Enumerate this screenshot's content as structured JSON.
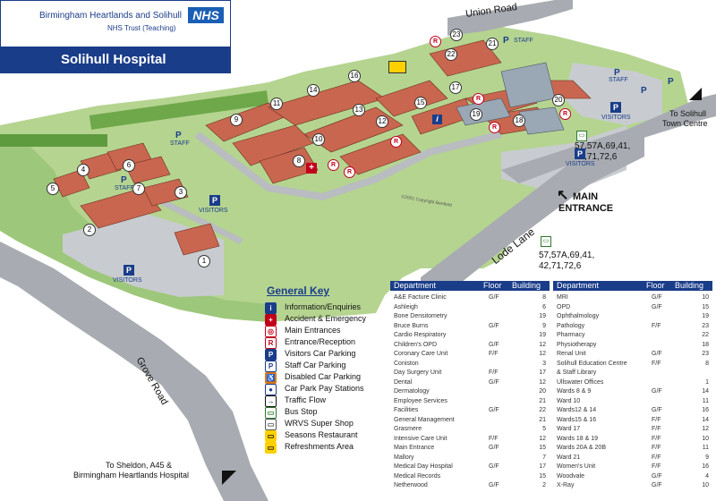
{
  "header": {
    "org_line1": "Birmingham Heartlands and Solihull",
    "org_line2": "NHS Trust (Teaching)",
    "nhs_logo": "NHS",
    "title": "Solihull Hospital",
    "colors": {
      "nhs_blue": "#1a5fb4",
      "title_bar": "#1a3d8a"
    }
  },
  "map": {
    "roads": {
      "union_road": "Union Road",
      "lode_lane": "Lode Lane",
      "grove_road": "Grove Road",
      "to_solihull": "To Solihull",
      "town_centre": "Town Centre",
      "to_sheldon": "To Sheldon, A45 &",
      "to_heartlands": "Birmingham Heartlands Hospital",
      "main_entrance_line1": "MAIN",
      "main_entrance_line2": "ENTRANCE"
    },
    "bus_routes_1_line1": "57,57A,69,41,",
    "bus_routes_1_line2": "42,71,72,6",
    "bus_routes_2_line1": "57,57A,69,41,",
    "bus_routes_2_line2": "42,71,72,6",
    "copyright": "©2001 Copyright Benfield",
    "parking": {
      "p": "P",
      "staff": "STAFF",
      "visitors": "VISITORS"
    },
    "buildings": [
      "1",
      "2",
      "3",
      "4",
      "5",
      "6",
      "7",
      "8",
      "9",
      "10",
      "11",
      "12",
      "13",
      "14",
      "15",
      "16",
      "17",
      "18",
      "19",
      "20",
      "21",
      "22",
      "23"
    ],
    "icons": {
      "entrance": "R",
      "info": "i"
    }
  },
  "key": {
    "title": "General Key",
    "items": [
      {
        "icon": "info-icon",
        "glyph": "i",
        "label": "Information/Enquiries"
      },
      {
        "icon": "accident-emergency-icon",
        "glyph": "+",
        "label": "Accident & Emergency"
      },
      {
        "icon": "main-entrance-icon",
        "glyph": "◎",
        "label": "Main Entrances"
      },
      {
        "icon": "entrance-reception-icon",
        "glyph": "R",
        "label": "Entrance/Reception"
      },
      {
        "icon": "visitors-car-parking-icon",
        "glyph": "P",
        "label": "Visitors Car Parking"
      },
      {
        "icon": "staff-car-parking-icon",
        "glyph": "P",
        "label": "Staff Car Parking"
      },
      {
        "icon": "disabled-car-parking-icon",
        "glyph": "♿",
        "label": "Disabled Car Parking"
      },
      {
        "icon": "car-park-pay-station-icon",
        "glyph": "●",
        "label": "Car Park Pay Stations"
      },
      {
        "icon": "traffic-flow-icon",
        "glyph": "→",
        "label": "Traffic Flow"
      },
      {
        "icon": "bus-stop-icon",
        "glyph": "▭",
        "label": "Bus Stop"
      },
      {
        "icon": "wrvs-super-shop-icon",
        "glyph": "▭",
        "label": "WRVS Super Shop"
      },
      {
        "icon": "seasons-restaurant-icon",
        "glyph": "▭",
        "label": "Seasons Restaurant"
      },
      {
        "icon": "refreshments-area-icon",
        "glyph": "▭",
        "label": "Refreshments Area"
      }
    ]
  },
  "directory": {
    "headers": {
      "department": "Department",
      "floor": "Floor",
      "building": "Building"
    },
    "left": [
      {
        "dept": "A&E Facture Clinic",
        "floor": "G/F",
        "building": "8"
      },
      {
        "dept": "Ashleigh",
        "floor": "",
        "building": "6"
      },
      {
        "dept": "Bone Densitometry",
        "floor": "",
        "building": "19"
      },
      {
        "dept": "Bruce Burns",
        "floor": "G/F",
        "building": "9"
      },
      {
        "dept": "Cardio Respiratory",
        "floor": "",
        "building": "19"
      },
      {
        "dept": "Children's OPD",
        "floor": "G/F",
        "building": "12"
      },
      {
        "dept": "Coronary Care  Unit",
        "floor": "F/F",
        "building": "12"
      },
      {
        "dept": "Coniston",
        "floor": "",
        "building": "3"
      },
      {
        "dept": "Day Surgery Unit",
        "floor": "F/F",
        "building": "17"
      },
      {
        "dept": "Dental",
        "floor": "G/F",
        "building": "12"
      },
      {
        "dept": "Dermatology",
        "floor": "",
        "building": "20"
      },
      {
        "dept": "Employee Services",
        "floor": "",
        "building": "21"
      },
      {
        "dept": "Facilities",
        "floor": "G/F",
        "building": "22"
      },
      {
        "dept": "General Management",
        "floor": "",
        "building": "21"
      },
      {
        "dept": "Grasmere",
        "floor": "",
        "building": "5"
      },
      {
        "dept": "Intensive Care Unit",
        "floor": "F/F",
        "building": "12"
      },
      {
        "dept": "Main Entrance",
        "floor": "G/F",
        "building": "15"
      },
      {
        "dept": "Mallory",
        "floor": "",
        "building": "7"
      },
      {
        "dept": "Medical Day Hospital",
        "floor": "G/F",
        "building": "17"
      },
      {
        "dept": "Medical Records",
        "floor": "",
        "building": "15"
      },
      {
        "dept": "Netherwood",
        "floor": "G/F",
        "building": "2"
      }
    ],
    "right": [
      {
        "dept": "MRI",
        "floor": "G/F",
        "building": "10"
      },
      {
        "dept": "OPD",
        "floor": "G/F",
        "building": "15"
      },
      {
        "dept": "Ophthalmology",
        "floor": "",
        "building": "19"
      },
      {
        "dept": "Pathology",
        "floor": "F/F",
        "building": "23"
      },
      {
        "dept": "Pharmacy",
        "floor": "",
        "building": "22"
      },
      {
        "dept": "Physiotherapy",
        "floor": "",
        "building": "18"
      },
      {
        "dept": "Renal Unit",
        "floor": "G/F",
        "building": "23"
      },
      {
        "dept": "Solihull Education Centre",
        "floor": "F/F",
        "building": "8"
      },
      {
        "dept": "  & Staff Library",
        "floor": "",
        "building": ""
      },
      {
        "dept": "Ullswater Offices",
        "floor": "",
        "building": "1"
      },
      {
        "dept": "Wards 8 & 9",
        "floor": "G/F",
        "building": "14"
      },
      {
        "dept": "Ward 10",
        "floor": "",
        "building": "11"
      },
      {
        "dept": "Wards12 & 14",
        "floor": "G/F",
        "building": "16"
      },
      {
        "dept": "Wards15 & 16",
        "floor": "F/F",
        "building": "14"
      },
      {
        "dept": "Ward 17",
        "floor": "F/F",
        "building": "12"
      },
      {
        "dept": "Wards 18 & 19",
        "floor": "F/F",
        "building": "10"
      },
      {
        "dept": "Wards 20A & 20B",
        "floor": "F/F",
        "building": "11"
      },
      {
        "dept": "Ward 21",
        "floor": "F/F",
        "building": "9"
      },
      {
        "dept": "Women's Unit",
        "floor": "F/F",
        "building": "16"
      },
      {
        "dept": "Woodvale",
        "floor": "G/F",
        "building": "4"
      },
      {
        "dept": "X-Ray",
        "floor": "G/F",
        "building": "10"
      }
    ]
  }
}
